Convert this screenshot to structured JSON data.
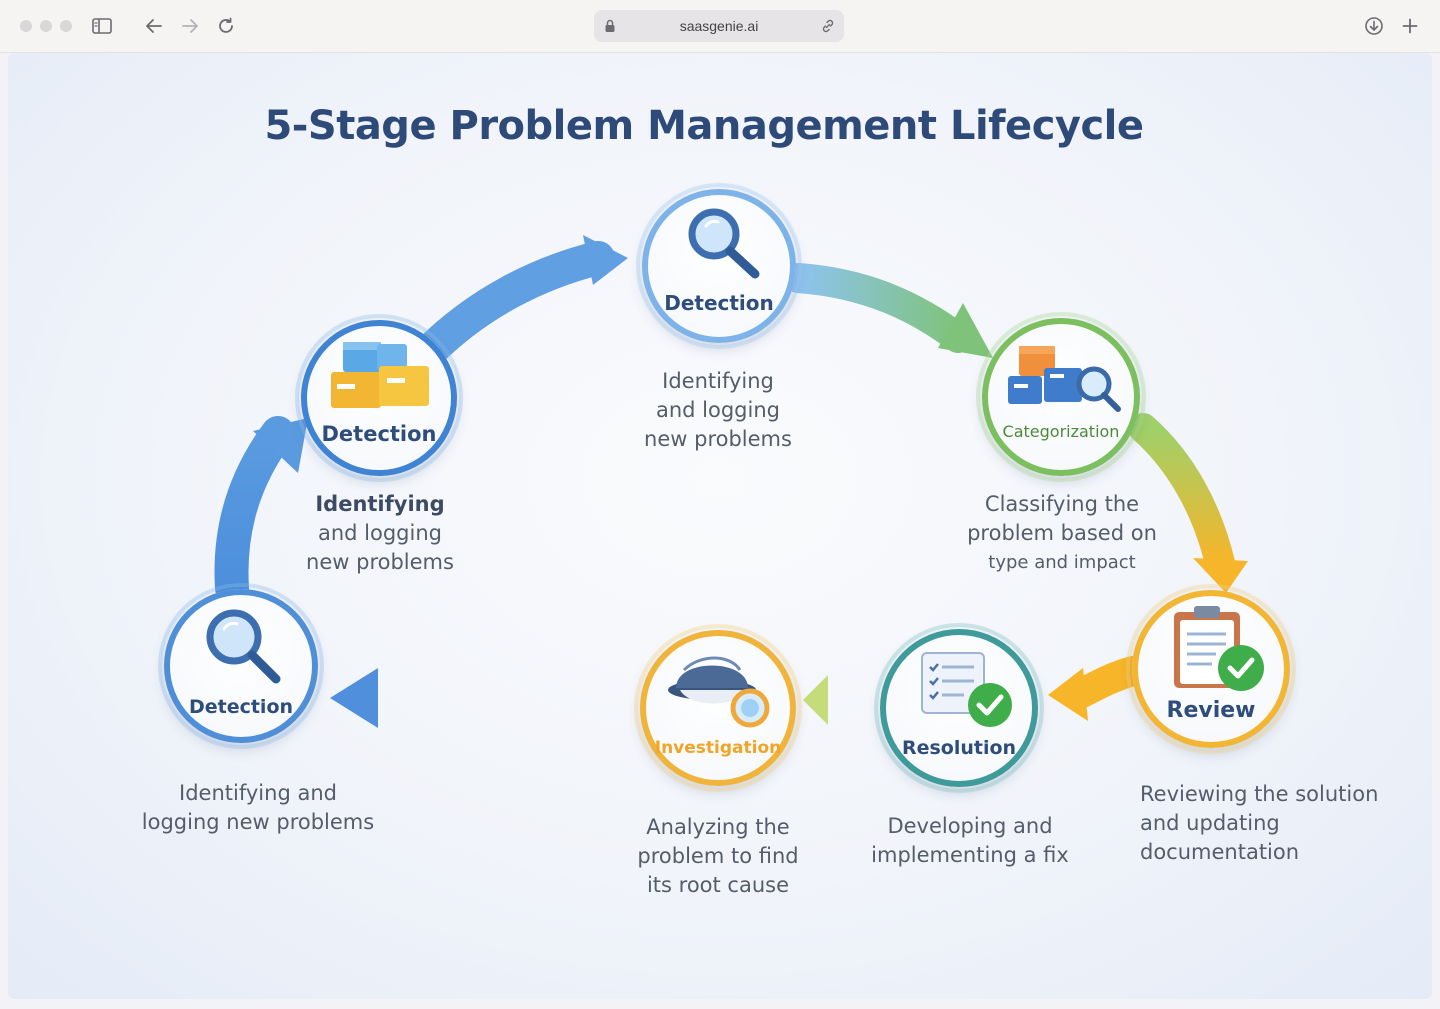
{
  "browser": {
    "url": "saasgenie.ai"
  },
  "diagram": {
    "title": "5-Stage Problem Management Lifecycle",
    "nodes": [
      {
        "label": "Detection",
        "icon": "magnifier-icon",
        "color": "#4f8fd8",
        "description": [
          "Identifying",
          "and logging",
          "new problems"
        ]
      },
      {
        "label": "Categorization",
        "icon": "boxes-magnifier-icon",
        "color": "#7cbf5e",
        "description": [
          "Classifying the",
          "problem based on",
          "type and impact"
        ]
      },
      {
        "label": "Review",
        "icon": "clipboard-check-icon",
        "color": "#f2b632",
        "description": [
          "Reviewing the solution",
          "and updating",
          "documentation"
        ]
      },
      {
        "label": "Resolution",
        "icon": "checklist-check-icon",
        "color": "#3f9a9a",
        "description": [
          "Developing and",
          "implementing a fix"
        ]
      },
      {
        "label": "Investigation",
        "icon": "detective-hat-icon",
        "color": "#f0b43a",
        "description": [
          "Analyzing the",
          "problem to find",
          "its root cause"
        ]
      },
      {
        "label": "Detection",
        "icon": "magnifier-icon",
        "color": "#4f8fd8",
        "description": [
          "Identifying and",
          "logging new problems"
        ]
      },
      {
        "label": "Detection",
        "icon": "boxes-icon",
        "color": "#3f83d4",
        "description": [
          "Identifying",
          "and logging",
          "new problems"
        ]
      }
    ]
  }
}
